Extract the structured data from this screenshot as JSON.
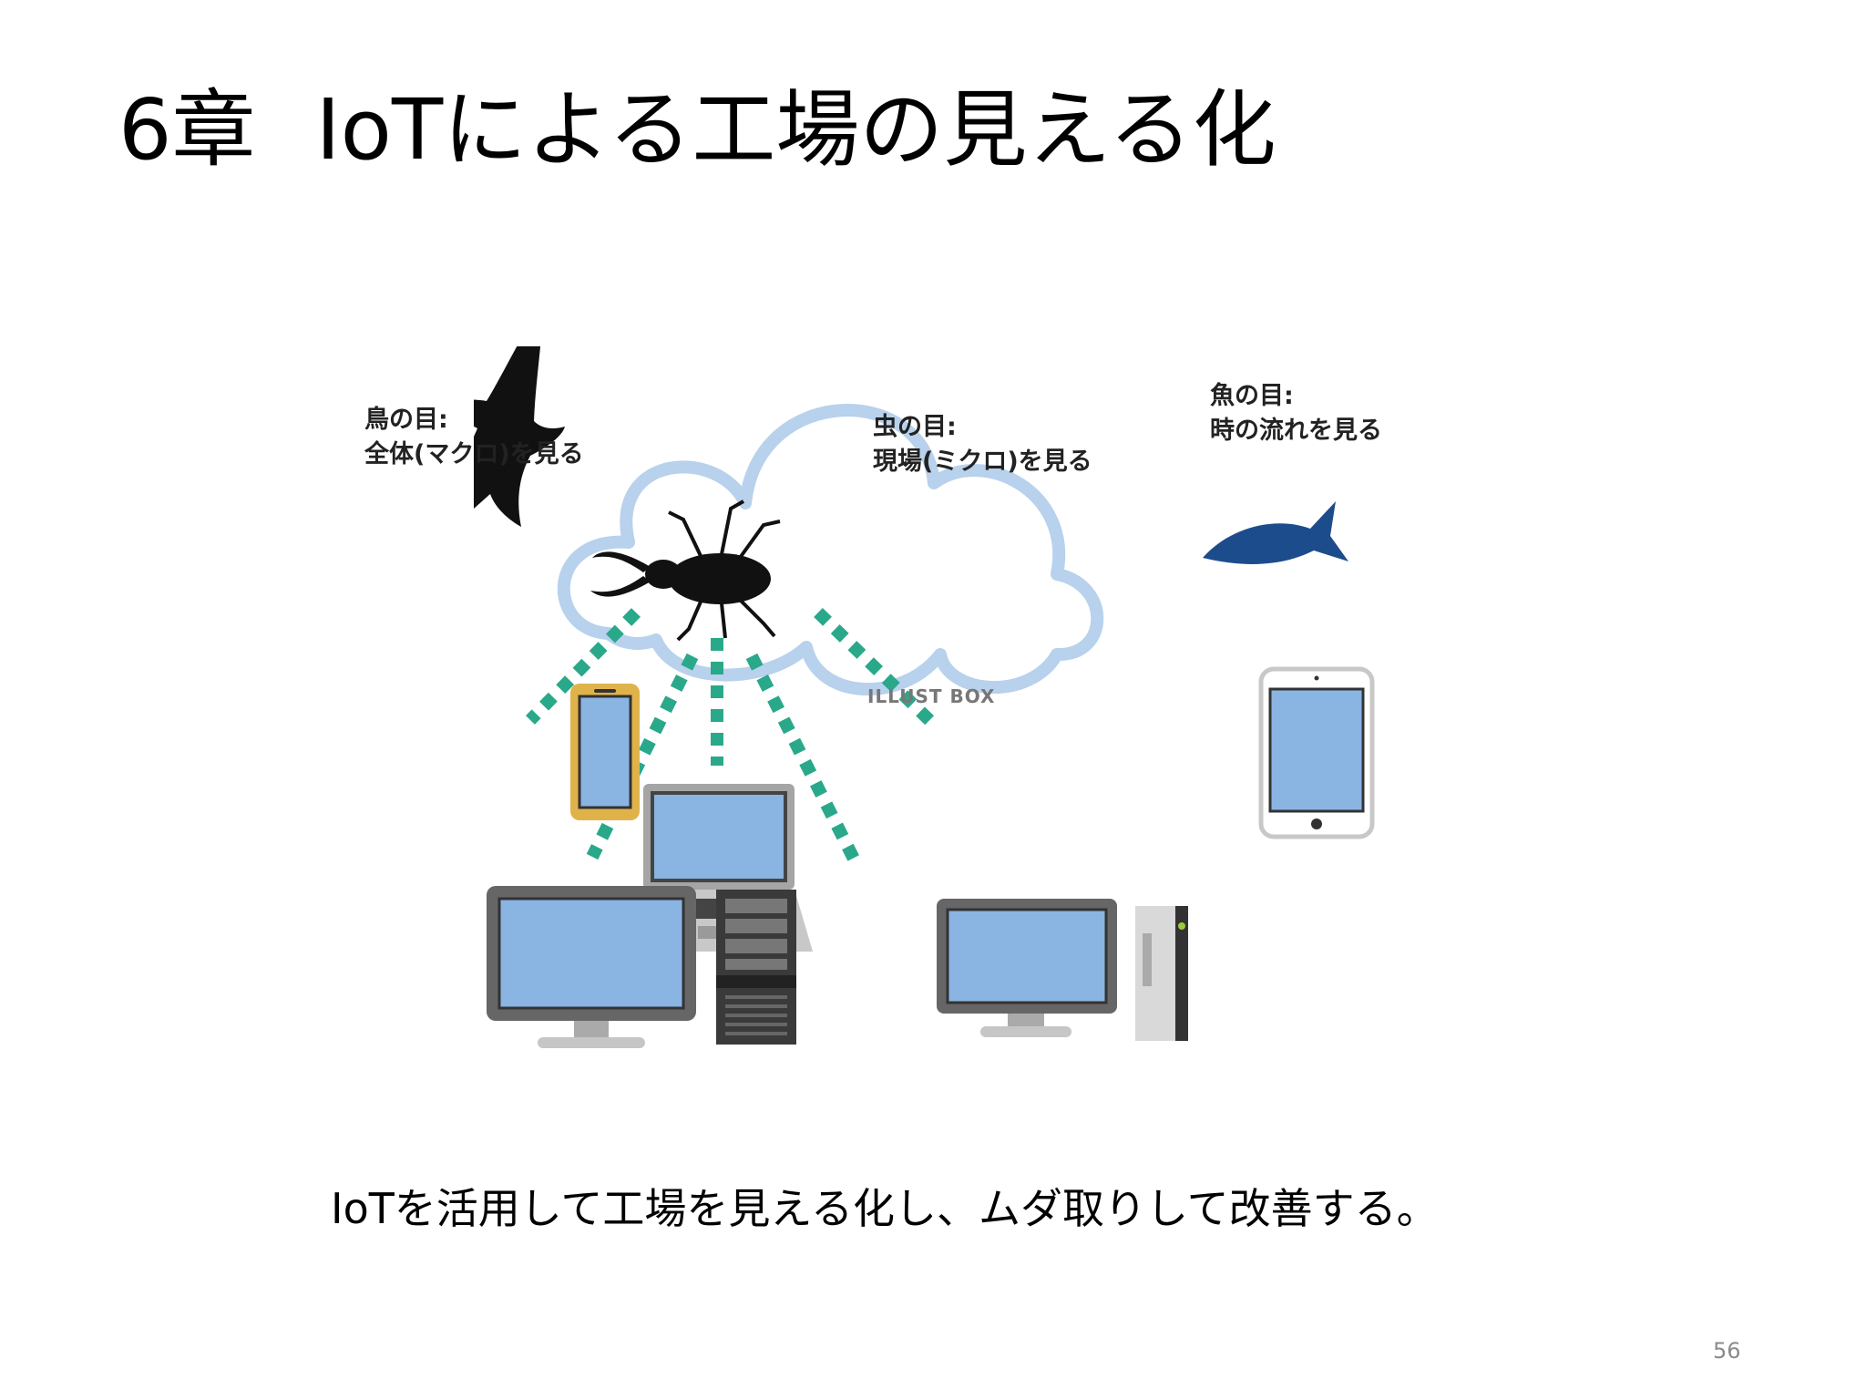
{
  "slide": {
    "chapter": "6章",
    "title": "IoTによる工場の見える化",
    "caption": "IoTを活用して工場を見える化し、ムダ取りして改善する。",
    "page_number": "56"
  },
  "figure": {
    "watermark": "ILLUST BOX",
    "bird": {
      "label_line1": "鳥の目:",
      "label_line2": "全体(マクロ)を見る"
    },
    "insect": {
      "label_line1": "虫の目:",
      "label_line2": "現場(ミクロ)を見る"
    },
    "fish": {
      "label_line1": "魚の目:",
      "label_line2": "時の流れを見る"
    },
    "colors": {
      "cloud_stroke": "#b8d1ec",
      "connection": "#2aa88a",
      "screen": "#8ab4e2",
      "device_body": "#555555",
      "phone_frame": "#e0b24a",
      "fish": "#1d4c8c"
    }
  }
}
